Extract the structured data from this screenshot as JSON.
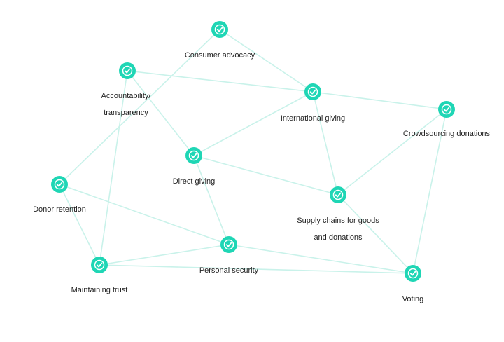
{
  "diagram": {
    "accent_color": "#1fd6b5",
    "edge_color": "#c9f2ea",
    "node_icon": "check-circle-icon",
    "nodes": [
      {
        "id": "consumer-advocacy",
        "label": [
          "Consumer advocacy"
        ]
      },
      {
        "id": "accountability",
        "label": [
          "Accountability/",
          "transparency"
        ]
      },
      {
        "id": "international-giving",
        "label": [
          "International giving"
        ]
      },
      {
        "id": "crowdsourcing",
        "label": [
          "Crowdsourcing donations"
        ]
      },
      {
        "id": "direct-giving",
        "label": [
          "Direct giving"
        ]
      },
      {
        "id": "donor-retention",
        "label": [
          "Donor retention"
        ]
      },
      {
        "id": "supply-chains",
        "label": [
          "Supply chains for goods",
          "and donations"
        ]
      },
      {
        "id": "personal-security",
        "label": [
          "Personal security"
        ]
      },
      {
        "id": "maintaining-trust",
        "label": [
          "Maintaining trust"
        ]
      },
      {
        "id": "voting",
        "label": [
          "Voting"
        ]
      }
    ],
    "edges": [
      [
        "consumer-advocacy",
        "international-giving"
      ],
      [
        "consumer-advocacy",
        "donor-retention"
      ],
      [
        "accountability",
        "international-giving"
      ],
      [
        "accountability",
        "direct-giving"
      ],
      [
        "accountability",
        "maintaining-trust"
      ],
      [
        "international-giving",
        "crowdsourcing"
      ],
      [
        "international-giving",
        "direct-giving"
      ],
      [
        "international-giving",
        "supply-chains"
      ],
      [
        "crowdsourcing",
        "supply-chains"
      ],
      [
        "crowdsourcing",
        "voting"
      ],
      [
        "direct-giving",
        "supply-chains"
      ],
      [
        "direct-giving",
        "personal-security"
      ],
      [
        "donor-retention",
        "personal-security"
      ],
      [
        "donor-retention",
        "maintaining-trust"
      ],
      [
        "supply-chains",
        "voting"
      ],
      [
        "personal-security",
        "maintaining-trust"
      ],
      [
        "personal-security",
        "voting"
      ],
      [
        "maintaining-trust",
        "voting"
      ]
    ]
  }
}
